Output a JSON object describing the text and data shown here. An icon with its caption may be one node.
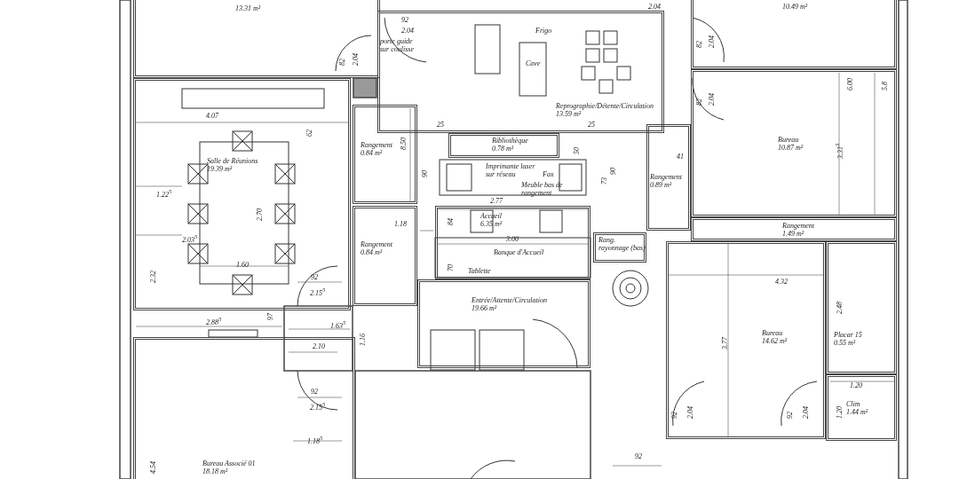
{
  "diagram": {
    "nodes": [
      {
        "text": [
          "13.31 m²"
        ]
      },
      {
        "text": [
          "10.49 m²"
        ]
      },
      {
        "text": [
          "Salle de Réunions",
          "19.39 m²"
        ]
      },
      {
        "text": [
          "Rangement",
          "0.84 m²"
        ]
      },
      {
        "text": [
          "Rangement",
          "0.84 m²"
        ]
      },
      {
        "text": [
          "Reprographie/Détente/Circulation",
          "13.59 m²"
        ]
      },
      {
        "text": [
          "Bibliothèque",
          "0.78 m²"
        ]
      },
      {
        "text": [
          "Accueil",
          "6.35 m²"
        ]
      },
      {
        "text": [
          "Rangement",
          "0.89 m²"
        ]
      },
      {
        "text": [
          "Bureau",
          "10.87 m²"
        ]
      },
      {
        "text": [
          "Rangement",
          "1.49 m²"
        ]
      },
      {
        "text": [
          "Rang.",
          "rayonnage (bas)"
        ]
      },
      {
        "text": [
          "Entrée/Attente/Circulation",
          "19.66 m²"
        ]
      },
      {
        "text": [
          "Bureau",
          "14.62 m²"
        ]
      },
      {
        "text": [
          "Placar 15",
          "0.55 m²"
        ]
      },
      {
        "text": [
          "Clim",
          "1.44 m²"
        ]
      },
      {
        "text": [
          "Bureau Associé 01",
          "18.18 m²"
        ]
      }
    ],
    "labels": [
      "92",
      "2.04",
      "porte guide sur coulisse",
      "2.04",
      "82",
      "2.04",
      "Frigo",
      "Cave",
      "82",
      "2.04",
      "6.00",
      "5.8",
      "4.07",
      "62",
      "82",
      "2.04",
      "8.50",
      "25",
      "25",
      "50",
      "90",
      "73",
      "90",
      "41",
      "3.31$^{5}$",
      "Imprimante laser sur réseau",
      "Fax",
      "Meuble bas de rangement",
      "1.22$^{5}$",
      "2.70",
      "1.18",
      "2.77",
      "84",
      "2.03$^{5}$",
      "3.00",
      "Banque d'Accueil",
      "70",
      "Tablette",
      "1.60",
      "2.32",
      "92",
      "2.15$^{5}$",
      "4.32",
      "2.48",
      "97",
      "1.63$^{5}$",
      "1.16",
      "2.88$^{5}$",
      "2.10",
      "3.77",
      "92",
      "2.15$^{5}$",
      "1.20",
      "92",
      "2.04",
      "92",
      "2.04",
      "1.20",
      "1.18$^{5}$",
      "4.54",
      "92"
    ]
  }
}
